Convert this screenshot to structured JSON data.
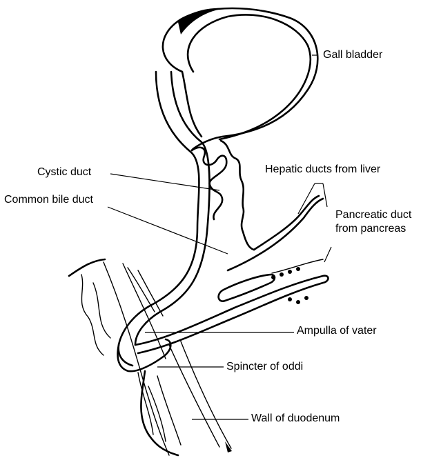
{
  "labels": {
    "gall_bladder": "Gall bladder",
    "cystic_duct": "Cystic duct",
    "hepatic_ducts": "Hepatic ducts from liver",
    "common_bile_duct": "Common bile duct",
    "pancreatic_duct": "Pancreatic duct\nfrom pancreas",
    "ampulla": "Ampulla of vater",
    "sphincter": "Spincter of oddi",
    "duodenum_wall": "Wall of duodenum"
  },
  "colors": {
    "ink": "#000000",
    "background": "#ffffff"
  }
}
